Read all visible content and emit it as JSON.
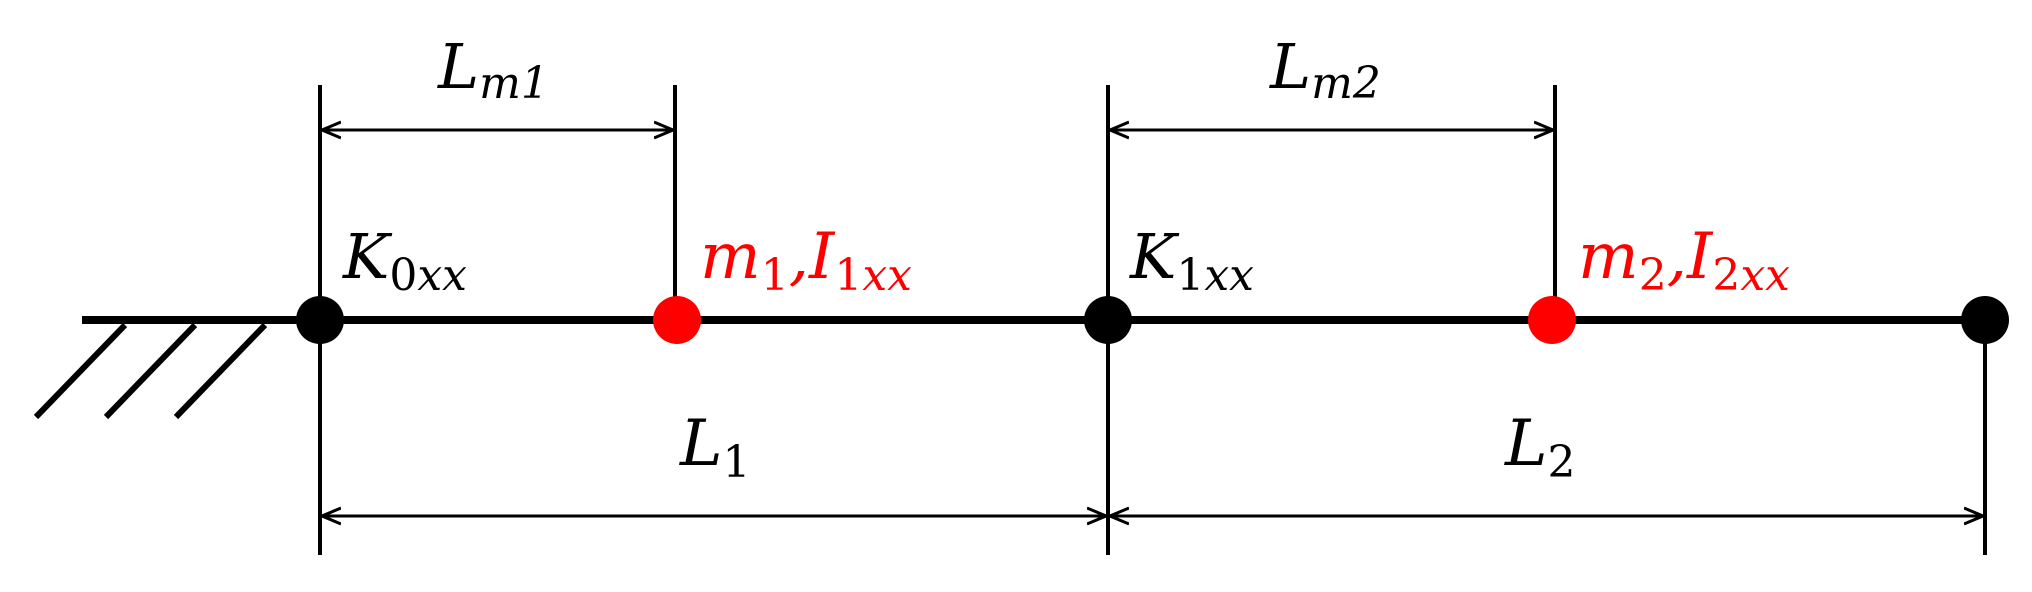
{
  "colors": {
    "line": "#000000",
    "joint": "#000000",
    "mass": "#ff0000",
    "mass_label": "#ff0000"
  },
  "labels": {
    "lm1": {
      "main": "L",
      "sub": "m1"
    },
    "lm2": {
      "main": "L",
      "sub": "m2"
    },
    "k0": {
      "main": "K",
      "sub_num": "0",
      "sub_it": "xx"
    },
    "k1": {
      "main": "K",
      "sub_num": "1",
      "sub_it": "xx"
    },
    "mass1": {
      "m": "m",
      "m_sub": "1",
      "sep": ",",
      "i": "I",
      "i_sub_num": "1",
      "i_sub_it": "xx"
    },
    "mass2": {
      "m": "m",
      "m_sub": "2",
      "sep": ",",
      "i": "I",
      "i_sub_num": "2",
      "i_sub_it": "xx"
    },
    "l1": {
      "main": "L",
      "sub": "1"
    },
    "l2": {
      "main": "L",
      "sub": "2"
    }
  },
  "icons": {
    "ground": "fixed-support-hatch-icon",
    "joint": "filled-circle-icon",
    "mass": "filled-circle-icon"
  }
}
